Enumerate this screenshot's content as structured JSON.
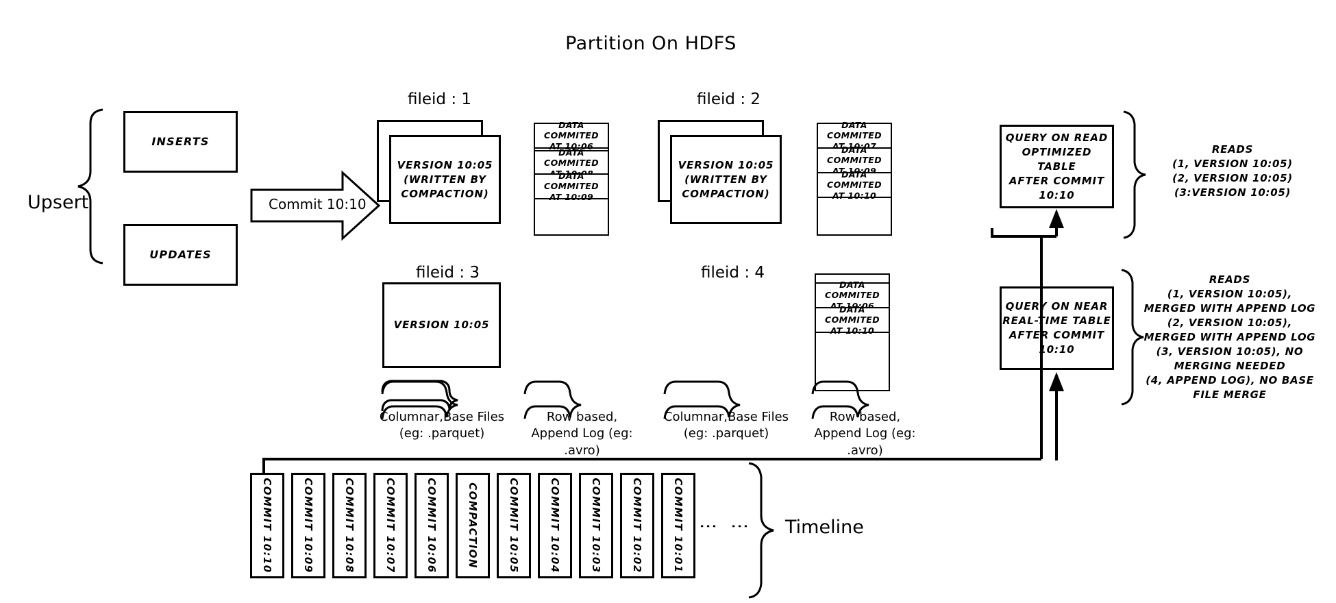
{
  "title": "Partition On HDFS",
  "upsert": {
    "label": "Upsert",
    "inserts": "INSERTS",
    "updates": "UPDATES"
  },
  "commit_arrow": {
    "label": "Commit 10:10"
  },
  "filegroups": [
    {
      "heading": "fileid : 1",
      "base_file": "VERSION 10:05\n(WRITTEN BY\nCOMPACTION)",
      "base_stacked": true,
      "log_entries": [
        "DATA COMMITED\nAT 10:06",
        "DATA COMMITED\nAT 10:08",
        "DATA COMMITED\nAT 10:09"
      ]
    },
    {
      "heading": "fileid : 2",
      "base_file": "VERSION 10:05\n(WRITTEN BY\nCOMPACTION)",
      "base_stacked": true,
      "log_entries": [
        "DATA COMMITED\nAT 10:07",
        "DATA COMMITED\nAT 10:09",
        "DATA COMMITED\nAT 10:10"
      ]
    },
    {
      "heading": "fileid : 3",
      "base_file": "VERSION 10:05",
      "base_stacked": false,
      "log_entries": []
    },
    {
      "heading": "fileid : 4",
      "base_file": "",
      "base_stacked": false,
      "log_entries": [
        "DATA COMMITED\nAT 10:06",
        "DATA COMMITED\nAT 10:10"
      ]
    }
  ],
  "captions": {
    "columnar": "Columnar,Base Files\n(eg: .parquet)",
    "rowbased": "Row based,\nAppend Log  (eg:\n.avro)"
  },
  "queries": [
    {
      "box": "QUERY ON READ\nOPTIMIZED TABLE\nAFTER COMMIT\n10:10",
      "reads": "READS\n(1, VERSION 10:05)\n(2, VERSION 10:05)\n(3:VERSION 10:05)"
    },
    {
      "box": "QUERY ON NEAR\nREAL-TIME TABLE\nAFTER COMMIT\n10:10",
      "reads": "READS\n(1, VERSION 10:05),\nMERGED WITH APPEND LOG\n(2, VERSION 10:05),\nMERGED WITH APPEND LOG\n(3, VERSION 10:05), NO\nMERGING NEEDED\n(4, APPEND LOG), NO BASE\nFILE MERGE"
    }
  ],
  "timeline": {
    "label": "Timeline",
    "ellipsis": "⋮",
    "commits": [
      "COMMIT  10:10",
      "COMMIT  10:09",
      "COMMIT  10:08",
      "COMMIT  10:07",
      "COMMIT  10:06",
      "COMPACTION",
      "COMMIT  10:05",
      "COMMIT  10:04",
      "COMMIT  10:03",
      "COMMIT  10:02",
      "COMMIT  10:01"
    ]
  },
  "colors": {
    "stroke": "#000000",
    "background": "#ffffff"
  }
}
